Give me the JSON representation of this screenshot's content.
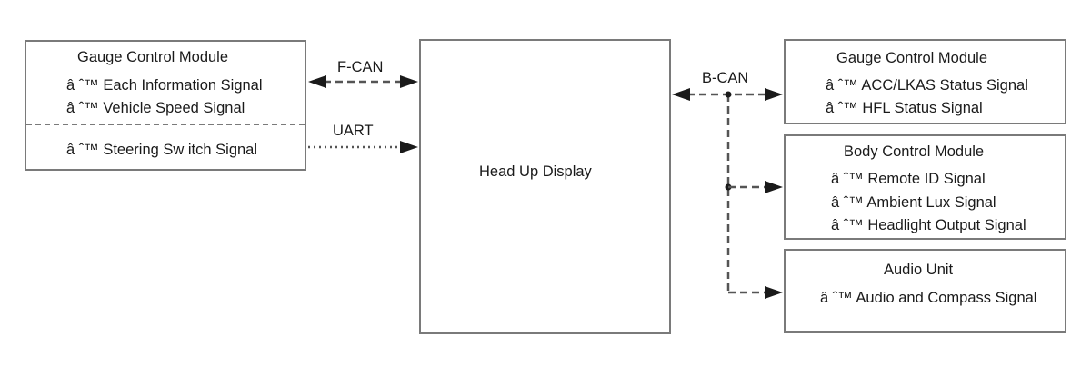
{
  "left_module": {
    "title": "Gauge Control Module",
    "signals": [
      "â ˆ™ Each Information Signal",
      "â ˆ™ Vehicle Speed Signal"
    ],
    "uart_signal": "â ˆ™ Steering Sw itch Signal"
  },
  "center": {
    "title": "Head Up Display"
  },
  "buses": {
    "fcan": "F-CAN",
    "uart": "UART",
    "bcan": "B-CAN"
  },
  "right_gauge": {
    "title": "Gauge Control Module",
    "signals": [
      "â ˆ™ ACC/LKAS Status Signal",
      "â ˆ™ HFL Status Signal"
    ]
  },
  "body_control": {
    "title": "Body Control Module",
    "signals": [
      "â ˆ™ Remote ID Signal",
      "â ˆ™ Ambient Lux Signal",
      "â ˆ™ Headlight Output Signal"
    ]
  },
  "audio_unit": {
    "title": "Audio Unit",
    "signals": [
      "â ˆ™ Audio and Compass Signal"
    ]
  }
}
